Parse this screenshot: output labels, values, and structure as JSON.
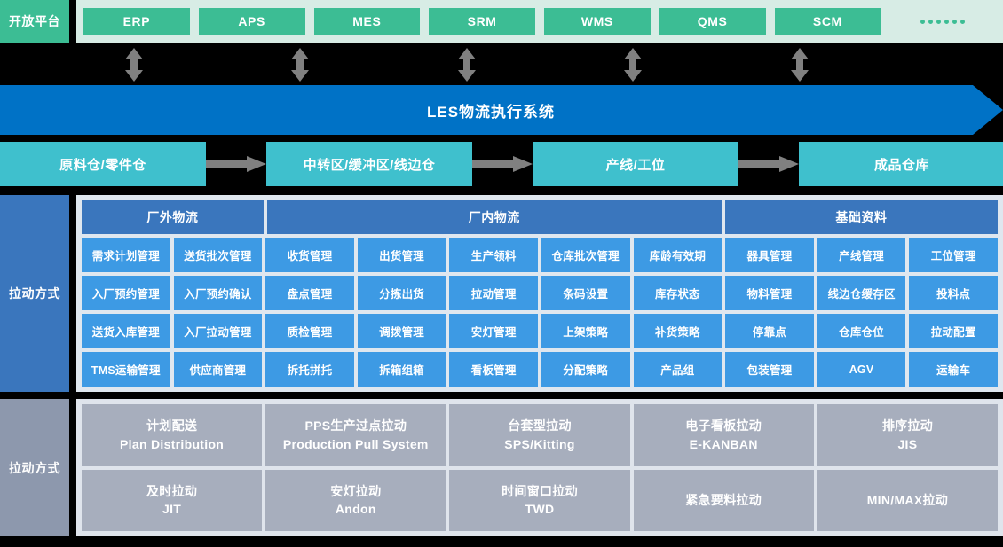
{
  "top_bar": {
    "platform_label": "开放平台",
    "apps": [
      "ERP",
      "APS",
      "MES",
      "SRM",
      "WMS",
      "QMS",
      "SCM"
    ],
    "more_icon": "six-dots-icon",
    "colors": {
      "chip": "#3cbd94",
      "background": "#d7ece5"
    }
  },
  "connectors": {
    "icon": "double-headed-vertical-arrow-icon",
    "count": 5,
    "color": "#808080"
  },
  "les_band": {
    "title": "LES物流执行系统",
    "color": "#0072c6",
    "shape": "right-pointing-arrow-banner"
  },
  "flow": {
    "arrow_icon": "right-arrow-icon",
    "arrow_color": "#808080",
    "box_color": "#3fc0cd",
    "steps": [
      "原料仓/零件仓",
      "中转区/缓冲区/线边仓",
      "产线/工位",
      "成品仓库"
    ]
  },
  "modules": {
    "side_label": "拉动方式",
    "side_color": "#3a76bd",
    "groups": [
      {
        "label": "厂外物流",
        "span": 2
      },
      {
        "label": "厂内物流",
        "span": 5
      },
      {
        "label": "基础资料",
        "span": 3
      }
    ],
    "tile_color": "#3d9ae4",
    "rows": [
      [
        "需求计划管理",
        "送货批次管理",
        "收货管理",
        "出货管理",
        "生产领料",
        "仓库批次管理",
        "库龄有效期",
        "器具管理",
        "产线管理",
        "工位管理"
      ],
      [
        "入厂预约管理",
        "入厂预约确认",
        "盘点管理",
        "分拣出货",
        "拉动管理",
        "条码设置",
        "库存状态",
        "物料管理",
        "线边仓缓存区",
        "投料点"
      ],
      [
        "送货入库管理",
        "入厂拉动管理",
        "质检管理",
        "调拨管理",
        "安灯管理",
        "上架策略",
        "补货策略",
        "停靠点",
        "仓库仓位",
        "拉动配置"
      ],
      [
        "TMS运输管理",
        "供应商管理",
        "拆托拼托",
        "拆箱组箱",
        "看板管理",
        "分配策略",
        "产品组",
        "包装管理",
        "AGV",
        "运输车"
      ]
    ]
  },
  "pull_methods": {
    "side_label": "拉动方式",
    "side_color": "#8d98ad",
    "card_color": "#a7aebd",
    "rows": [
      [
        {
          "cn": "计划配送",
          "en": "Plan Distribution"
        },
        {
          "cn": "PPS生产过点拉动",
          "en": "Production Pull System"
        },
        {
          "cn": "台套型拉动",
          "en": "SPS/Kitting"
        },
        {
          "cn": "电子看板拉动",
          "en": "E-KANBAN"
        },
        {
          "cn": "排序拉动",
          "en": "JIS"
        }
      ],
      [
        {
          "cn": "及时拉动",
          "en": "JIT"
        },
        {
          "cn": "安灯拉动",
          "en": "Andon"
        },
        {
          "cn": "时间窗口拉动",
          "en": "TWD"
        },
        {
          "cn": "紧急要料拉动",
          "en": ""
        },
        {
          "cn": "MIN/MAX拉动",
          "en": ""
        }
      ]
    ]
  }
}
